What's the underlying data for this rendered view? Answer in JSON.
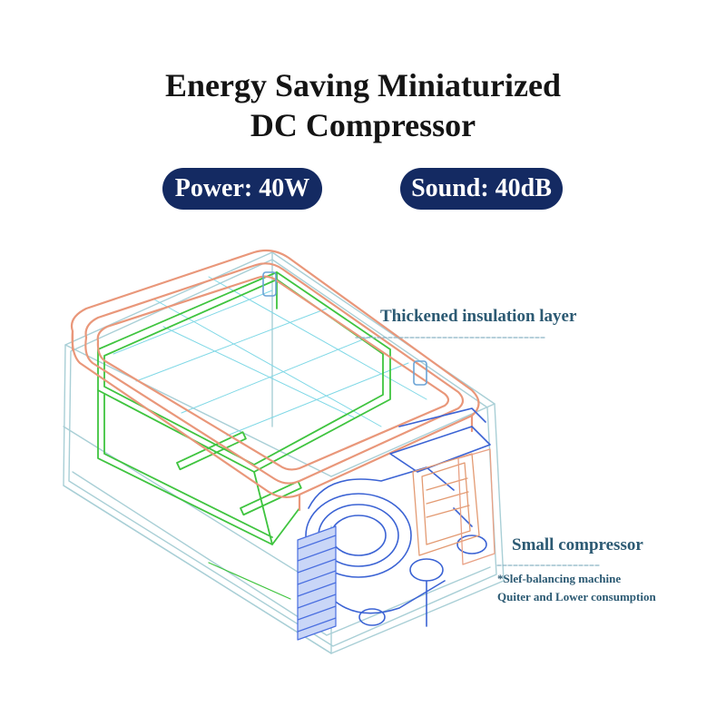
{
  "title": {
    "line1": "Energy Saving Miniaturized",
    "line2": "DC Compressor"
  },
  "specs": {
    "power": "Power: 40W",
    "sound": "Sound: 40dB"
  },
  "annotations": {
    "insulation": "Thickened insulation layer",
    "compressor": "Small compressor",
    "compressor_note_1": "*Slef-balancing machine",
    "compressor_note_2": "Quiter and Lower consumption"
  },
  "colors": {
    "pill_background": "#142a62",
    "annotation_text": "#2c5a73",
    "lid_wireframe": "#e9977a",
    "inner_liner": "#3fc43f",
    "compressor_parts": "#3b63d4"
  }
}
